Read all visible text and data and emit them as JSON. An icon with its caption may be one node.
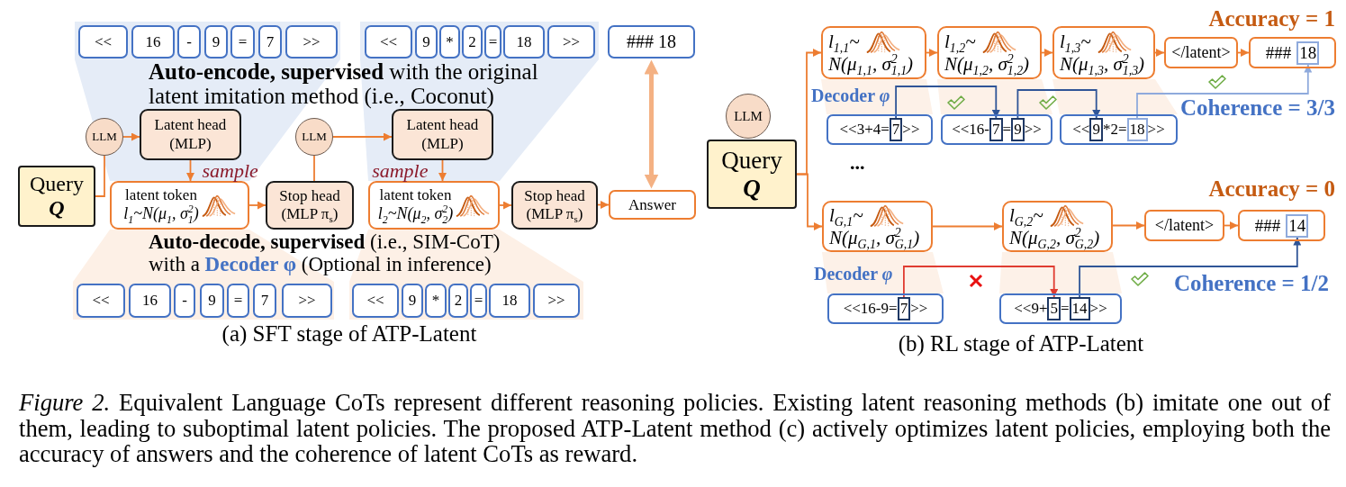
{
  "diagram": {
    "caption": "*Figure 2.* Equivalent Language CoTs represent different reasoning policies. Existing latent reasoning methods (b) imitate one out of them, leading to suboptimal latent policies. The proposed ATP-Latent method (c) actively optimizes latent policies, employing both the accuracy of answers and the coherence of latent CoTs as reward.",
    "nodes": [
      {
        "text": [
          "<<"
        ]
      },
      {
        "text": [
          "16"
        ]
      },
      {
        "text": [
          "-"
        ]
      },
      {
        "text": [
          "9"
        ]
      },
      {
        "text": [
          "="
        ]
      },
      {
        "text": [
          "7"
        ]
      },
      {
        "text": [
          ">>"
        ]
      },
      {
        "text": [
          "<<"
        ]
      },
      {
        "text": [
          "9"
        ]
      },
      {
        "text": [
          "*"
        ]
      },
      {
        "text": [
          "2"
        ]
      },
      {
        "text": [
          "="
        ]
      },
      {
        "text": [
          "18"
        ]
      },
      {
        "text": [
          ">>"
        ]
      },
      {
        "text": [
          "### 18"
        ]
      },
      {
        "text": [
          "LLM"
        ]
      },
      {
        "text": [
          "Latent head (MLP)"
        ]
      },
      {
        "text": [
          "LLM"
        ]
      },
      {
        "text": [
          "Latent head (MLP)"
        ]
      },
      {
        "text": [
          "Query",
          "Q"
        ]
      },
      {
        "text": [
          "latent token",
          "l$_{1}$~N(μ$_{1}$, σ$^{2}$$_{1}$)"
        ]
      },
      {
        "text": [
          "Stop head (MLP π$_{s}$)"
        ]
      },
      {
        "text": [
          "latent token",
          "l$_{2}$~N(μ$_{2}$, σ$^{2}$$_{2}$)"
        ]
      },
      {
        "text": [
          "Stop head (MLP π$_{s}$)"
        ]
      },
      {
        "text": [
          "Answer"
        ]
      },
      {
        "text": [
          "<<"
        ]
      },
      {
        "text": [
          "16"
        ]
      },
      {
        "text": [
          "-"
        ]
      },
      {
        "text": [
          "9"
        ]
      },
      {
        "text": [
          "="
        ]
      },
      {
        "text": [
          "7"
        ]
      },
      {
        "text": [
          ">>"
        ]
      },
      {
        "text": [
          "<<"
        ]
      },
      {
        "text": [
          "9"
        ]
      },
      {
        "text": [
          "*"
        ]
      },
      {
        "text": [
          "2"
        ]
      },
      {
        "text": [
          "="
        ]
      },
      {
        "text": [
          "18"
        ]
      },
      {
        "text": [
          ">>"
        ]
      },
      {
        "text": [
          "LLM"
        ]
      },
      {
        "text": [
          "Query",
          "Q"
        ]
      },
      {
        "text": [
          "l$_{1,1}$~",
          "N(μ$_{1,1}$, σ$^{2}$$_{1,1}$)"
        ]
      },
      {
        "text": [
          "l$_{1,2}$~",
          "N(μ$_{1,2}$, σ$^{2}$$_{1,2}$)"
        ]
      },
      {
        "text": [
          "l$_{1,3}$~",
          "N(μ$_{1,3}$, σ$^{2}$$_{1,3}$)"
        ]
      },
      {
        "text": [
          "</latent>"
        ]
      },
      {
        "text": [
          "###"
        ]
      },
      {
        "text": [
          "18"
        ],
        "in": 45
      },
      {
        "text": [
          "<<3+4=",
          ">>"
        ]
      },
      {
        "text": [
          "7"
        ],
        "in": 47
      },
      {
        "text": [
          "<<16-",
          "=",
          ">>"
        ]
      },
      {
        "text": [
          "7"
        ],
        "in": 49
      },
      {
        "text": [
          "9"
        ],
        "in": 49
      },
      {
        "text": [
          "<<",
          "*2=",
          ">>"
        ]
      },
      {
        "text": [
          "9"
        ],
        "in": 52
      },
      {
        "text": [
          "18"
        ],
        "in": 52
      },
      {
        "text": [
          "l$_{G,1}$~",
          "N(μ$_{G,1}$, σ$^{2}$$_{G,1}$)"
        ]
      },
      {
        "text": [
          "l$_{G,2}$~",
          "N(μ$_{G,2}$, σ$^{2}$$_{G,2}$)"
        ]
      },
      {
        "text": [
          "</latent>"
        ]
      },
      {
        "text": [
          "###"
        ]
      },
      {
        "text": [
          "14"
        ],
        "in": 58
      },
      {
        "text": [
          "<<16-9=",
          ">>"
        ]
      },
      {
        "text": [
          "7"
        ],
        "in": 60
      },
      {
        "text": [
          "<<9+",
          "=",
          ">>"
        ]
      },
      {
        "text": [
          "5"
        ],
        "in": 62
      },
      {
        "text": [
          "14"
        ],
        "in": 62
      }
    ],
    "edges": [
      {
        "from": 19,
        "to": 15,
        "arrow": "none"
      },
      {
        "from": 15,
        "to": 16,
        "arrow": "to"
      },
      {
        "from": 16,
        "to": 20,
        "arrow": "to",
        "label": "sample"
      },
      {
        "from": 20,
        "to": 21,
        "arrow": "to"
      },
      {
        "from": 21,
        "to": 17,
        "arrow": "none"
      },
      {
        "from": 17,
        "to": 18,
        "arrow": "to"
      },
      {
        "from": 18,
        "to": 22,
        "arrow": "to",
        "label": "sample"
      },
      {
        "from": 22,
        "to": 23,
        "arrow": "to"
      },
      {
        "from": 23,
        "to": 24,
        "arrow": "to"
      },
      {
        "from": 14,
        "to": 24,
        "arrow": "both",
        "style": "thick",
        "color": "#f4b183"
      },
      {
        "from": 40,
        "to": 41,
        "arrow": "to"
      },
      {
        "from": 40,
        "to": 55,
        "arrow": "to"
      },
      {
        "from": 41,
        "to": 42,
        "arrow": "to"
      },
      {
        "from": 42,
        "to": 43,
        "arrow": "to"
      },
      {
        "from": 43,
        "to": 44,
        "arrow": "to"
      },
      {
        "from": 44,
        "to": 45,
        "arrow": "to"
      },
      {
        "from": 55,
        "to": 56,
        "arrow": "to"
      },
      {
        "from": 56,
        "to": 57,
        "arrow": "to"
      },
      {
        "from": 57,
        "to": 58,
        "arrow": "to"
      },
      {
        "from": 48,
        "to": 50,
        "arrow": "to",
        "color": "#2f5597"
      },
      {
        "from": 51,
        "to": 53,
        "arrow": "to",
        "color": "#2f5597"
      },
      {
        "from": 54,
        "to": 46,
        "arrow": "to",
        "color": "#8faadc"
      },
      {
        "from": 61,
        "to": 63,
        "arrow": "to",
        "color": "#e03c31"
      },
      {
        "from": 64,
        "to": 59,
        "arrow": "to",
        "color": "#2f5597"
      }
    ],
    "labels": [
      "**Auto-encode, supervised** with the original latent imitation method (i.e., Coconut)",
      "**Auto-decode, supervised** (i.e., SIM-CoT) with a **Decoder φ** (Optional in inference)",
      "(a) SFT stage of ATP-Latent",
      "Accuracy = 1",
      "Decoder *φ*",
      "Coherence = 3/3",
      "...",
      "Accuracy = 0",
      "Decoder *φ*",
      "Coherence = 1/2",
      "(b) RL stage of ATP-Latent"
    ]
  }
}
